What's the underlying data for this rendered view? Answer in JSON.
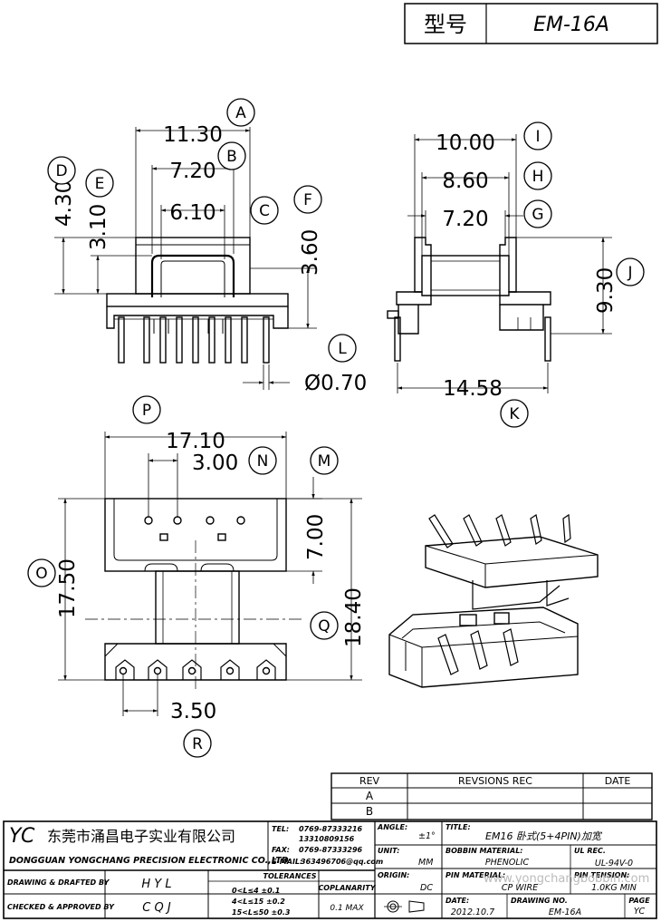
{
  "header": {
    "type_label": "型号",
    "model": "EM-16A"
  },
  "dimensions": {
    "A": "11.30",
    "B": "7.20",
    "C": "6.10",
    "D": "4.30",
    "E": "3.10",
    "F": "3.60",
    "I": "10.00",
    "H": "8.60",
    "G": "7.20",
    "J": "9.30",
    "K": "14.58",
    "L": "Ø0.70",
    "P": "17.10",
    "N": "3.00",
    "M": "7.00",
    "O": "17.50",
    "Q": "18.40",
    "R": "3.50"
  },
  "balloons": [
    "A",
    "B",
    "C",
    "D",
    "E",
    "F",
    "G",
    "H",
    "I",
    "J",
    "K",
    "L",
    "M",
    "N",
    "O",
    "P",
    "Q",
    "R"
  ],
  "revisions": {
    "col_rev": "REV",
    "col_rec": "REVSIONS REC",
    "col_date": "DATE",
    "rows": [
      "A",
      "B"
    ]
  },
  "title_block": {
    "logo": "YC",
    "company_cn": "东莞市涌昌电子实业有限公司",
    "company_en": "DONGGUAN YONGCHANG PRECISION ELECTRONIC CO.,LTD",
    "tel_label": "TEL:",
    "tel_1": "0769-87333216",
    "tel_2": "13310809156",
    "fax_label": "FAX:",
    "fax": "0769-87333296",
    "email_label": "E-MAIL:",
    "email": "363496706@qq.com",
    "angle_label": "ANGLE:",
    "angle": "±1°",
    "title_label": "TITLE:",
    "title": "EM16 卧式(5+4PIN)加宽",
    "unit_label": "UNIT:",
    "unit": "MM",
    "bobbin_label": "BOBBIN MATERIAL:",
    "bobbin": "PHENOLIC",
    "ul_label": "UL REC.",
    "ul": "UL-94V-0",
    "origin_label": "ORIGIN:",
    "origin": "DC",
    "pin_label": "PIN MATERIAL:",
    "pin": "CP WIRE",
    "tension_label": "PIN TENSION:",
    "tension": "1.0KG MIN",
    "date_label": "DATE:",
    "date": "2012.10.7",
    "drawing_label": "DRAWING NO.",
    "drawing": "EM-16A",
    "page_label": "PAGE",
    "page": "YC",
    "drafted_label": "DRAWING & DRAFTED BY",
    "drafted": "H Y L",
    "checked_label": "CHECKED & APPROVED BY",
    "checked": "C Q J",
    "tolerances_label": "TOLERANCES",
    "tol_1": "0<L≤4   ±0.1",
    "tol_2": "4<L≤15  ±0.2",
    "tol_3": "15<L≤50  ±0.3",
    "coplanarity_label": "COPLANARITY",
    "coplanarity": "0.1 MAX"
  },
  "watermark": "www.yongchangbobbin.com"
}
